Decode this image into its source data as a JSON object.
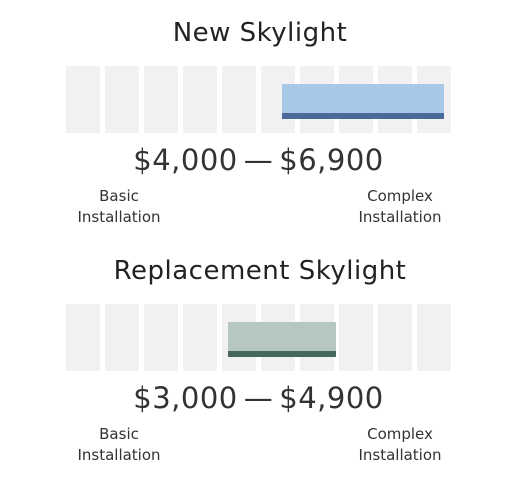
{
  "colors": {
    "segment": "#f1f1f1",
    "new_fill": "#a8c8e8",
    "new_base": "#4a6a9a",
    "replacement_fill": "#b6c6c0",
    "replacement_base": "#45675d"
  },
  "sections": [
    {
      "title": "New Skylight",
      "range_low": "$4,000",
      "range_sep": "—",
      "range_high": "$6,900",
      "fill_start_fraction": 0.56,
      "fill_end_fraction": 0.98,
      "left_label_line1": "Basic",
      "left_label_line2": "Installation",
      "right_label_line1": "Complex",
      "right_label_line2": "Installation"
    },
    {
      "title": "Replacement Skylight",
      "range_low": "$3,000",
      "range_sep": "—",
      "range_high": "$4,900",
      "fill_start_fraction": 0.42,
      "fill_end_fraction": 0.7,
      "left_label_line1": "Basic",
      "left_label_line2": "Installation",
      "right_label_line1": "Complex",
      "right_label_line2": "Installation"
    }
  ]
}
